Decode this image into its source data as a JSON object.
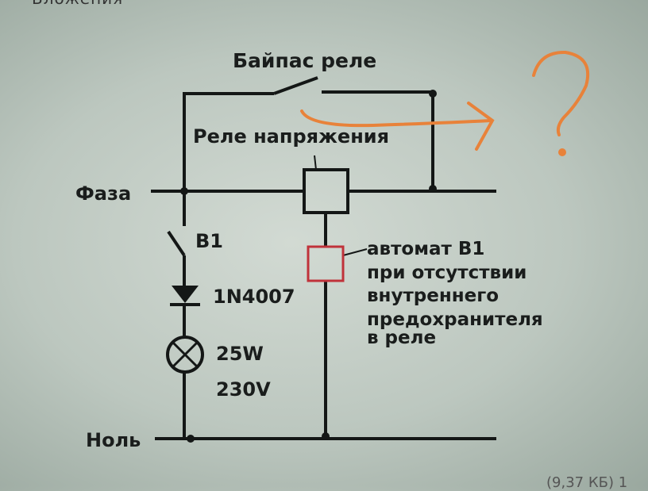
{
  "header": {
    "cut_title": "Вложения"
  },
  "footer": {
    "cut_file_info": "(9,37 КБ) 1"
  },
  "diagram": {
    "bypass_label": "Байпас реле",
    "relay_label": "Реле напряжения",
    "phase_label": "Фаза",
    "neutral_label": "Ноль",
    "switch_label": "B1",
    "diode_label": "1N4007",
    "lamp_power": "25W",
    "lamp_voltage": "230V",
    "note_lines": [
      "автомат В1",
      "при отсутствии",
      "внутреннего",
      "предохранителя",
      "в реле"
    ],
    "handwritten_mark": "?"
  },
  "colors": {
    "wire": "#141716",
    "breaker_box": "#c0323a",
    "annotation": "#e8823a"
  }
}
